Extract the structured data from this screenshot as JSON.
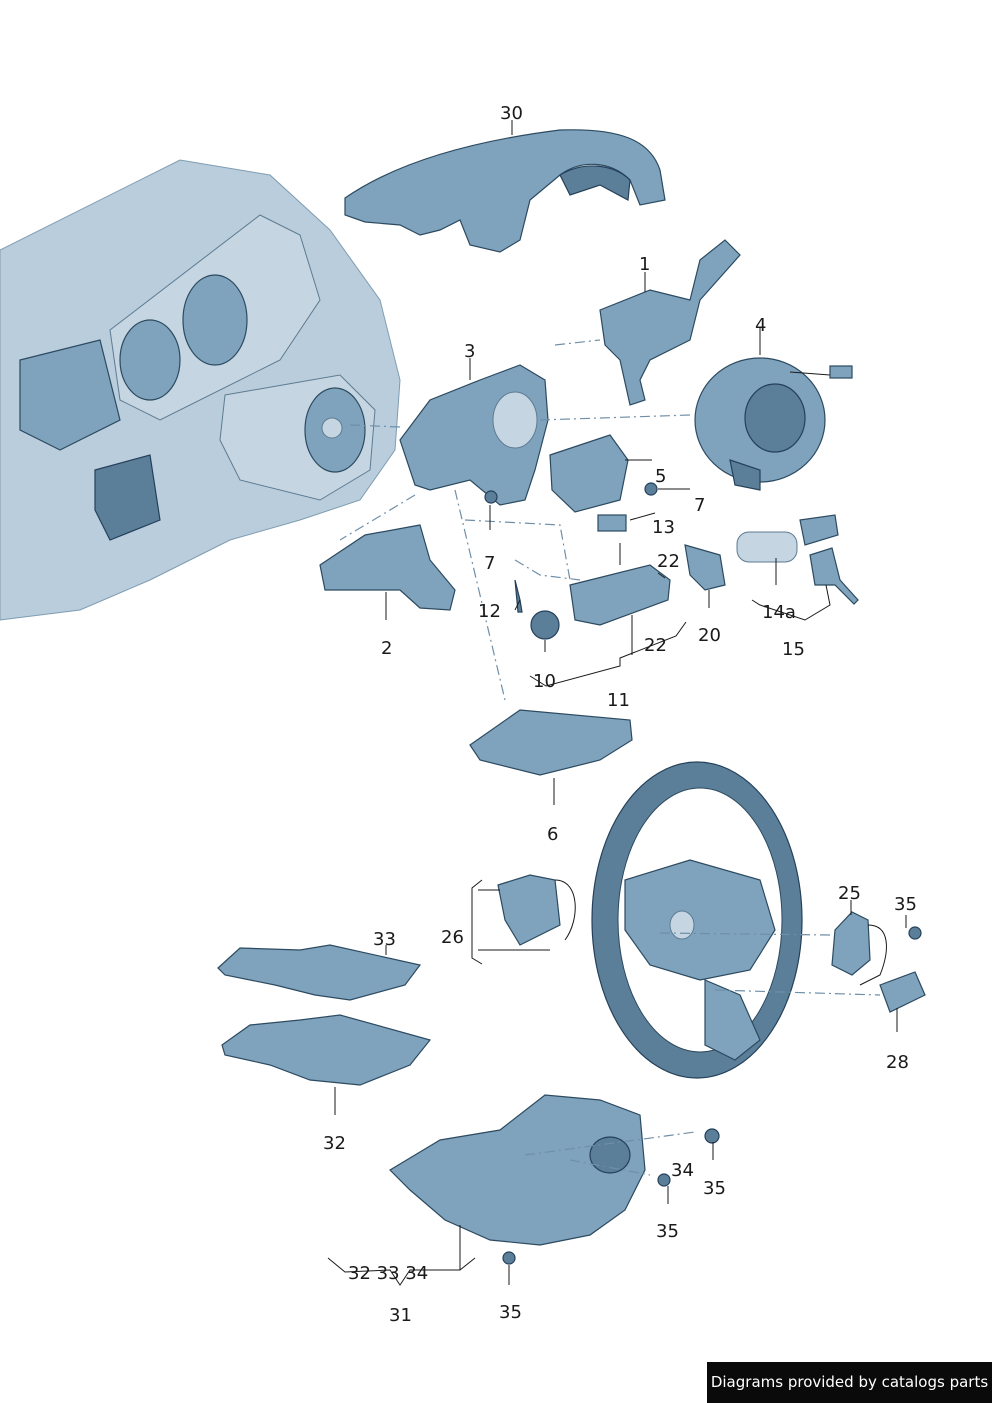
{
  "callouts": {
    "c30": "30",
    "c1": "1",
    "c3": "3",
    "c4": "4",
    "c5": "5",
    "c7a": "7",
    "c7b": "7",
    "c13": "13",
    "c22a": "22",
    "c12": "12",
    "c2": "2",
    "c14a": "14a",
    "c20": "20",
    "c22b": "22",
    "c15": "15",
    "c10": "10",
    "c11": "11",
    "c6": "6",
    "c25": "25",
    "c35a": "35",
    "c26": "26",
    "c33": "33",
    "c28": "28",
    "c32": "32",
    "c34": "34",
    "c35b": "35",
    "c35c": "35",
    "c31group": "32 33 34",
    "c31": "31",
    "c35d": "35"
  },
  "footer": {
    "text": "Diagrams provided by catalogs parts"
  }
}
